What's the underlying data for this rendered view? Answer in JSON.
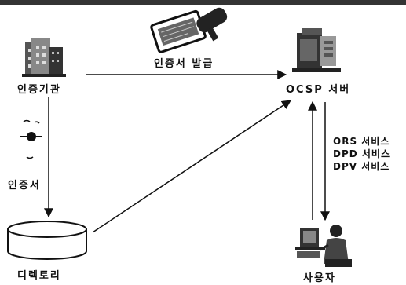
{
  "nodes": {
    "ca": "인증기관",
    "ocsp_server": "OCSP 서버",
    "directory": "디렉토리",
    "user": "사용자"
  },
  "edges": {
    "issue_certificate": "인증서 발급",
    "certificate": "인증서"
  },
  "services": [
    "ORS 서비스",
    "DPD 서비스",
    "DPV 서비스"
  ]
}
